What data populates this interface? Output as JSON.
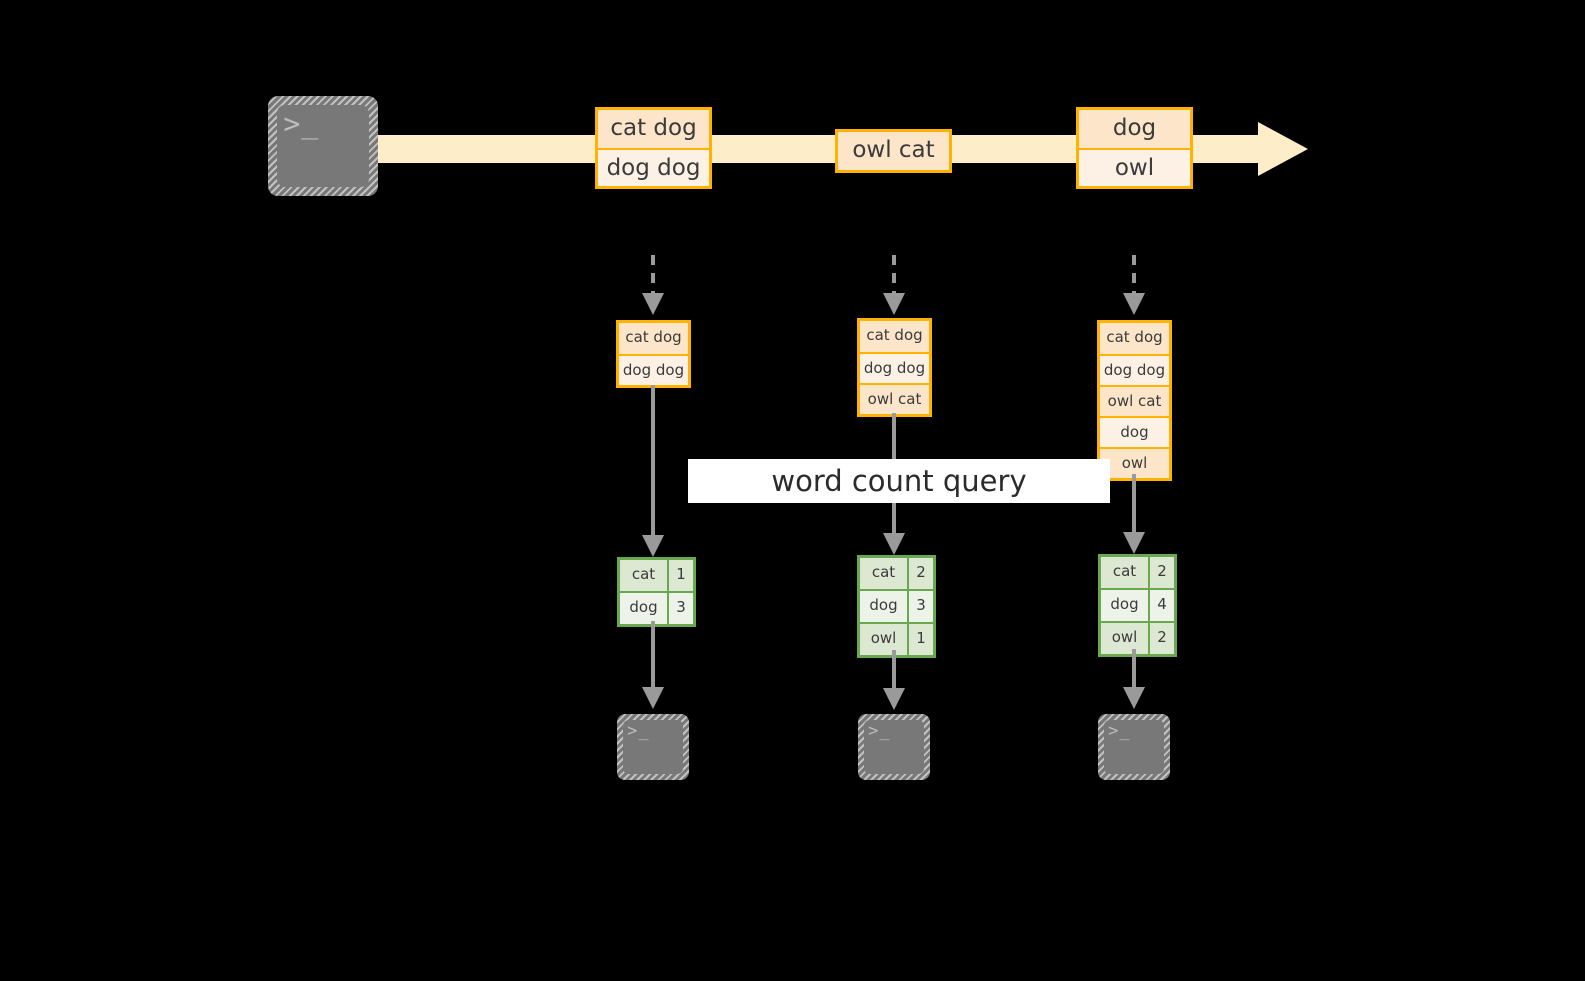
{
  "diagram": {
    "title_label": "word count query",
    "colors": {
      "stream": "#fdeec9",
      "message_border": "#ffb300",
      "message_shade_dark": "#fce5c8",
      "message_shade_light": "#fdf1e6",
      "result_border": "#6aa84f",
      "result_shade_dark": "#dde8d3",
      "result_shade_light": "#eef3ea",
      "arrow": "#9a9a9a",
      "terminal": "#787878",
      "background": "#000000"
    },
    "producer_terminal": {
      "icon": "terminal-prompt-icon",
      "glyph": ">_"
    },
    "stream": {
      "messages": [
        {
          "rows": [
            "cat dog",
            "dog dog"
          ]
        },
        {
          "rows": [
            "owl cat"
          ]
        },
        {
          "rows": [
            "dog",
            "owl"
          ]
        }
      ]
    },
    "snapshots": [
      {
        "rows": [
          "cat dog",
          "dog dog"
        ]
      },
      {
        "rows": [
          "cat dog",
          "dog dog",
          "owl cat"
        ]
      },
      {
        "rows": [
          "cat dog",
          "dog dog",
          "owl cat",
          "dog",
          "owl"
        ]
      }
    ],
    "results": [
      {
        "header": null,
        "rows": [
          [
            "cat",
            "1"
          ],
          [
            "dog",
            "3"
          ]
        ]
      },
      {
        "header": null,
        "rows": [
          [
            "cat",
            "2"
          ],
          [
            "dog",
            "3"
          ],
          [
            "owl",
            "1"
          ]
        ]
      },
      {
        "header": null,
        "rows": [
          [
            "cat",
            "2"
          ],
          [
            "dog",
            "4"
          ],
          [
            "owl",
            "2"
          ]
        ]
      }
    ],
    "consumer_terminals": [
      {
        "icon": "terminal-prompt-icon",
        "glyph": ">_"
      },
      {
        "icon": "terminal-prompt-icon",
        "glyph": ">_"
      },
      {
        "icon": "terminal-prompt-icon",
        "glyph": ">_"
      }
    ]
  }
}
